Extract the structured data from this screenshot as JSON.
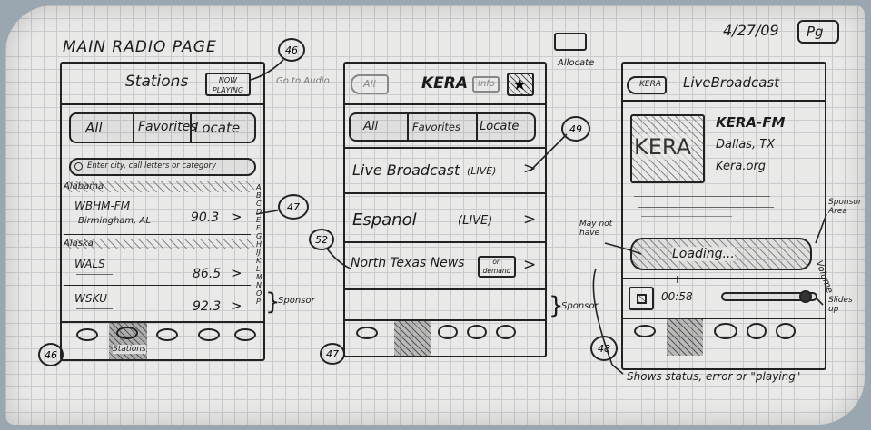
{
  "header": {
    "main_title": "MAIN RADIO PAGE",
    "date": "4/27/09",
    "page_tag": "Pg",
    "scribble_top": "Allocate"
  },
  "screen1": {
    "title": "Stations",
    "now_playing": "NOW PLAYING",
    "side_note": "Go to Audio",
    "tabs": [
      "All",
      "Favorites",
      "Locate"
    ],
    "search_placeholder": "Enter city, call letters or category",
    "sections": [
      {
        "name": "Alabama",
        "rows": [
          {
            "call": "WBHM-FM",
            "city": "Birmingham, AL",
            "freq": "90.3"
          }
        ]
      },
      {
        "name": "Alaska",
        "rows": [
          {
            "call": "WALS",
            "city": "",
            "freq": "86.5"
          },
          {
            "call": "WSKU",
            "city": "",
            "freq": "92.3"
          }
        ]
      }
    ],
    "index_letters": "ABCDEFGHIJKLMNOP",
    "sponsor_label": "Sponsor",
    "tab_caption": "Stations",
    "badge_top": "46",
    "badge_mid": "47",
    "badge_bottom": "46"
  },
  "screen2": {
    "title": "KERA",
    "back": "All",
    "info": "Info",
    "tabs": [
      "All",
      "Favorites",
      "Locate"
    ],
    "items": [
      {
        "label": "Live Broadcast",
        "tag": "(LIVE)"
      },
      {
        "label": "Espanol",
        "tag": "(LIVE)"
      },
      {
        "label": "North Texas News",
        "tag": "on demand"
      }
    ],
    "sponsor_label": "Sponsor",
    "badge_item": "49",
    "badge_side": "52",
    "badge_bottom": "47"
  },
  "screen3": {
    "back": "KERA",
    "title": "LiveBroadcast",
    "logo": "KERA",
    "station": "KERA-FM",
    "city": "Dallas, TX",
    "site": "Kera.org",
    "loading": "Loading...",
    "time": "00:58",
    "note_may": "May not have",
    "note_sponsor": "Sponsor Area",
    "note_volume": "Volume",
    "note_slider": "Slides up",
    "bottom_note": "Shows status, error or \"playing\"",
    "badge_bottom": "48"
  }
}
